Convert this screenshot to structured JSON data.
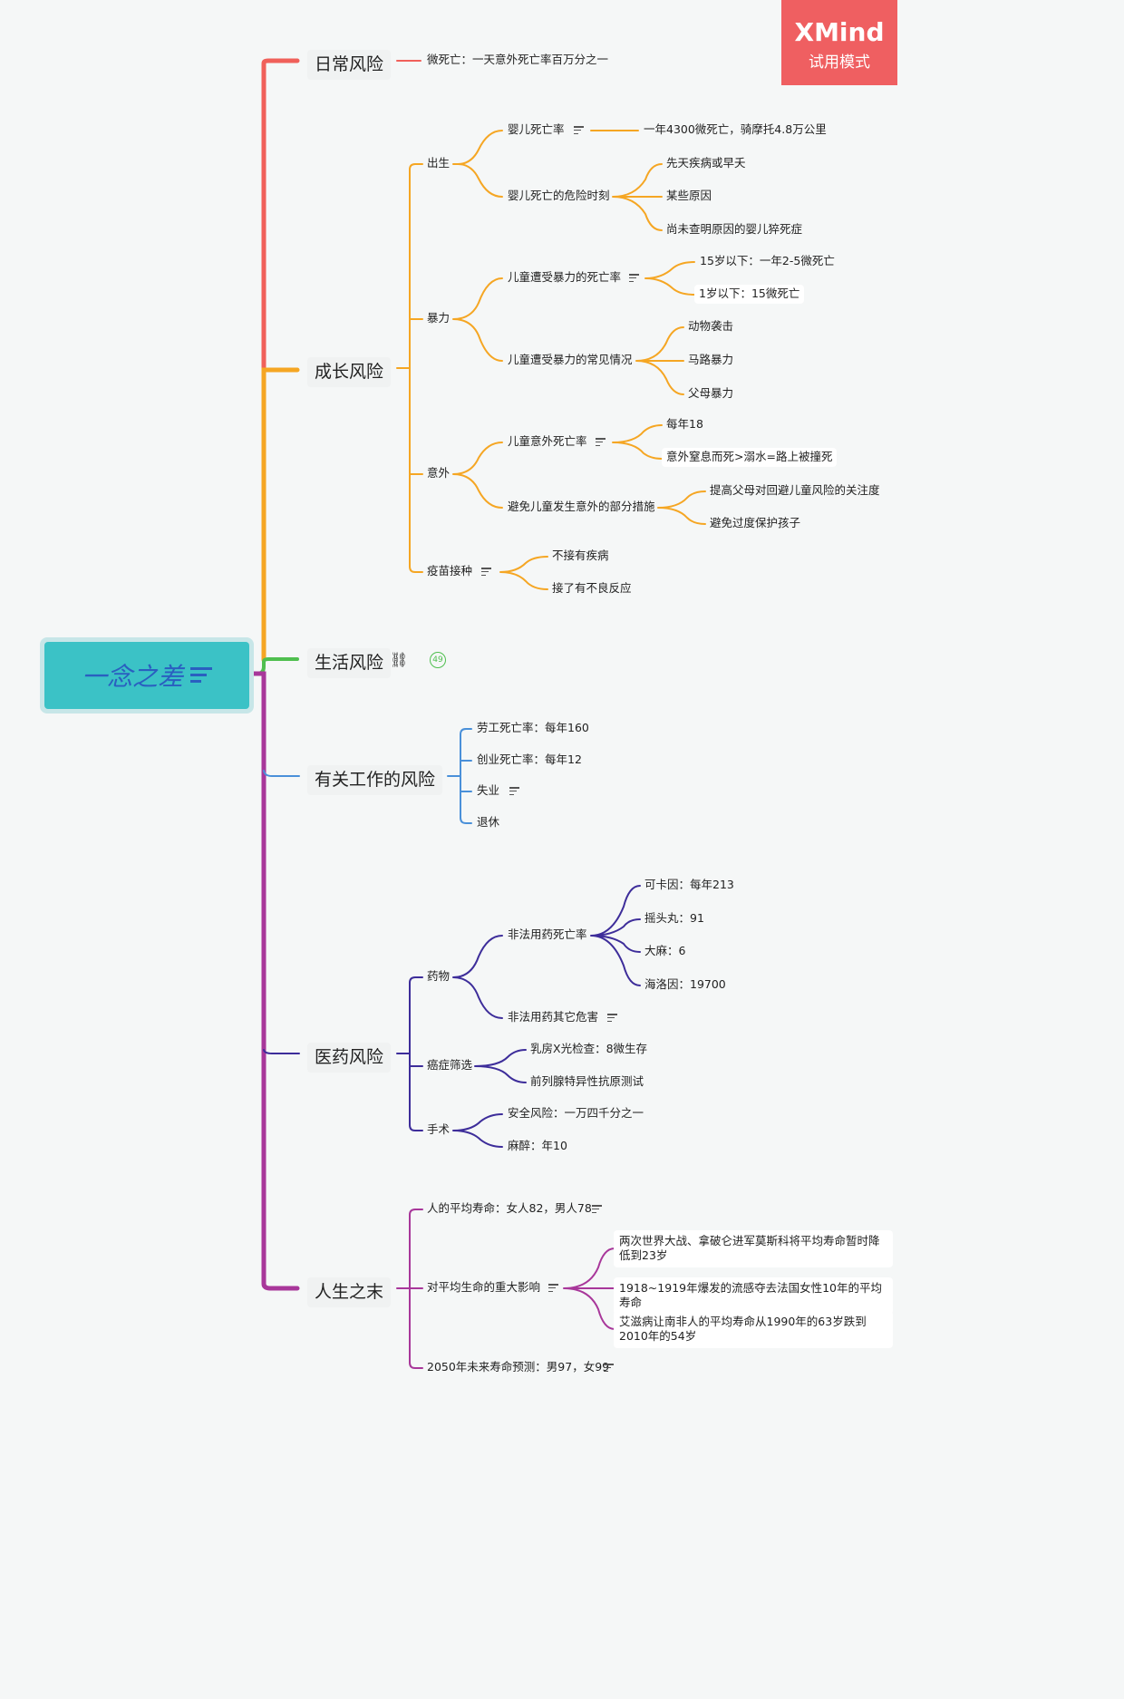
{
  "watermark": {
    "brand": "XMind",
    "mode": "试用模式",
    "color": "#ef5f61"
  },
  "root": {
    "label": "一念之差",
    "fill": "#3bc2c6",
    "text_color": "#2a5fc0",
    "has_note": true
  },
  "branch_colors": {
    "daily": "#f0605a",
    "growth": "#f5a623",
    "life": "#4fbf4f",
    "work": "#4a90d9",
    "medical": "#3d2d9a",
    "end": "#a8379a"
  },
  "branches": {
    "daily": {
      "label": "日常风险",
      "children": [
        "微死亡：一天意外死亡率百万分之一"
      ]
    },
    "growth": {
      "label": "成长风险",
      "birth": {
        "label": "出生",
        "infant_rate": {
          "label": "婴儿死亡率",
          "child": "一年4300微死亡，骑摩托4.8万公里"
        },
        "infant_danger": {
          "label": "婴儿死亡的危险时刻",
          "children": [
            "先天疾病或早夭",
            "某些原因",
            "尚未查明原因的婴儿猝死症"
          ]
        }
      },
      "violence": {
        "label": "暴力",
        "child_violence_rate": {
          "label": "儿童遭受暴力的死亡率",
          "children": [
            "15岁以下：一年2-5微死亡",
            "1岁以下：15微死亡"
          ]
        },
        "child_violence_common": {
          "label": "儿童遭受暴力的常见情况",
          "children": [
            "动物袭击",
            "马路暴力",
            "父母暴力"
          ]
        }
      },
      "accident": {
        "label": "意外",
        "child_accident_rate": {
          "label": "儿童意外死亡率",
          "children": [
            "每年18",
            "意外窒息而死>溺水=路上被撞死"
          ]
        },
        "prevention": {
          "label": "避免儿童发生意外的部分措施",
          "children": [
            "提高父母对回避儿童风险的关注度",
            "避免过度保护孩子"
          ]
        }
      },
      "vaccine": {
        "label": "疫苗接种",
        "children": [
          "不接有疾病",
          "接了有不良反应"
        ]
      }
    },
    "life": {
      "label": "生活风险",
      "collapsed_count": "49"
    },
    "work": {
      "label": "有关工作的风险",
      "children": [
        "劳工死亡率：每年160",
        "创业死亡率：每年12",
        "失业",
        "退休"
      ]
    },
    "medical": {
      "label": "医药风险",
      "drugs": {
        "label": "药物",
        "illegal_rate": {
          "label": "非法用药死亡率",
          "children": [
            "可卡因：每年213",
            "摇头丸：91",
            "大麻：6",
            "海洛因：19700"
          ]
        },
        "illegal_other": "非法用药其它危害"
      },
      "screening": {
        "label": "癌症筛选",
        "children": [
          "乳房X光检查：8微生存",
          "前列腺特异性抗原测试"
        ]
      },
      "surgery": {
        "label": "手术",
        "children": [
          "安全风险：一万四千分之一",
          "麻醉：年10"
        ]
      }
    },
    "end": {
      "label": "人生之末",
      "avg_life": "人的平均寿命：女人82，男人78",
      "impact": {
        "label": "对平均生命的重大影响",
        "children": [
          "两次世界大战、拿破仑进军莫斯科将平均寿命暂时降低到23岁",
          "1918~1919年爆发的流感夺去法国女性10年的平均寿命",
          "艾滋病让南非人的平均寿命从1990年的63岁跌到2010年的54岁"
        ]
      },
      "forecast": "2050年未来寿命预测：男97，女99"
    }
  }
}
